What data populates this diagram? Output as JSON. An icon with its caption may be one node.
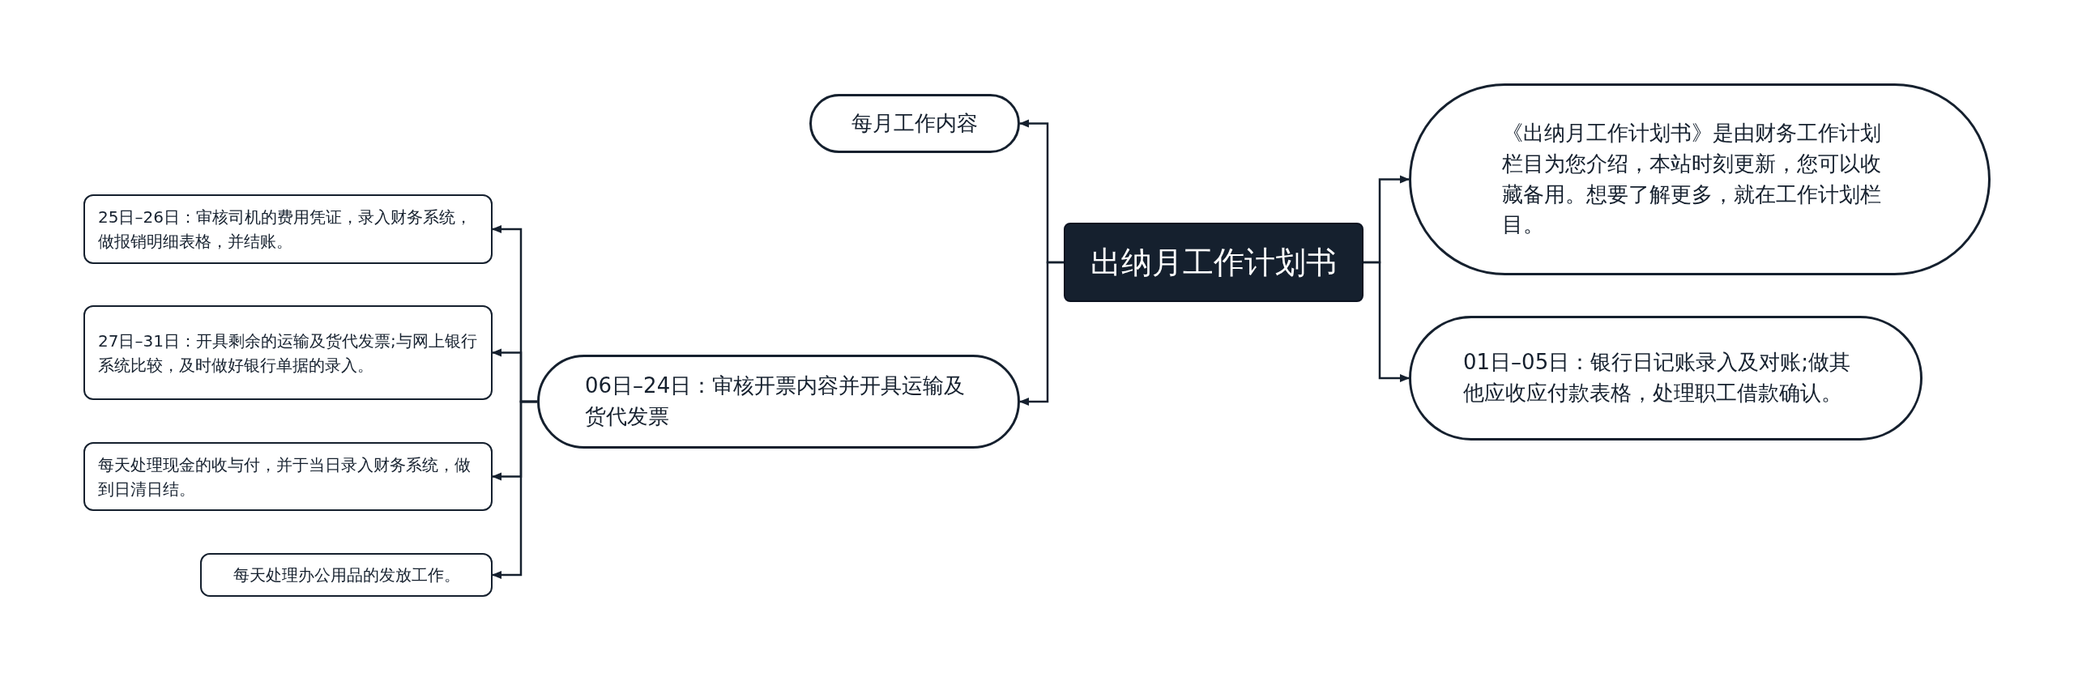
{
  "diagram": {
    "nodes": [
      {
        "text": [
          "出纳月工作计划书"
        ]
      },
      {
        "text": [
          "每月工作内容"
        ]
      },
      {
        "text": [
          "06日–24日：审核开票内容并开具运输及货代发票"
        ]
      },
      {
        "text": [
          "25日–26日：审核司机的费用凭证，录入财务系统，做报销明细表格，并结账。"
        ]
      },
      {
        "text": [
          "27日–31日：开具剩余的运输及货代发票;与网上银行系统比较，及时做好银行单据的录入。"
        ]
      },
      {
        "text": [
          "每天处理现金的收与付，并于当日录入财务系统，做到日清日结。"
        ]
      },
      {
        "text": [
          "每天处理办公用品的发放工作。"
        ]
      },
      {
        "text": [
          "《出纳月工作计划书》是由财务工作计划栏目为您介绍，本站时刻更新，您可以收藏备用。想要了解更多，就在工作计划栏目。"
        ]
      },
      {
        "text": [
          "01日–05日：银行日记账录入及对账;做其他应收应付款表格，处理职工借款确认。"
        ]
      }
    ],
    "edges": [
      {
        "from": 0,
        "to": 1,
        "arrow": "to"
      },
      {
        "from": 0,
        "to": 2,
        "arrow": "to"
      },
      {
        "from": 2,
        "to": 3,
        "arrow": "to"
      },
      {
        "from": 2,
        "to": 4,
        "arrow": "to"
      },
      {
        "from": 2,
        "to": 5,
        "arrow": "to"
      },
      {
        "from": 2,
        "to": 6,
        "arrow": "to"
      },
      {
        "from": 0,
        "to": 7,
        "arrow": "to"
      },
      {
        "from": 0,
        "to": 8,
        "arrow": "to"
      }
    ]
  }
}
